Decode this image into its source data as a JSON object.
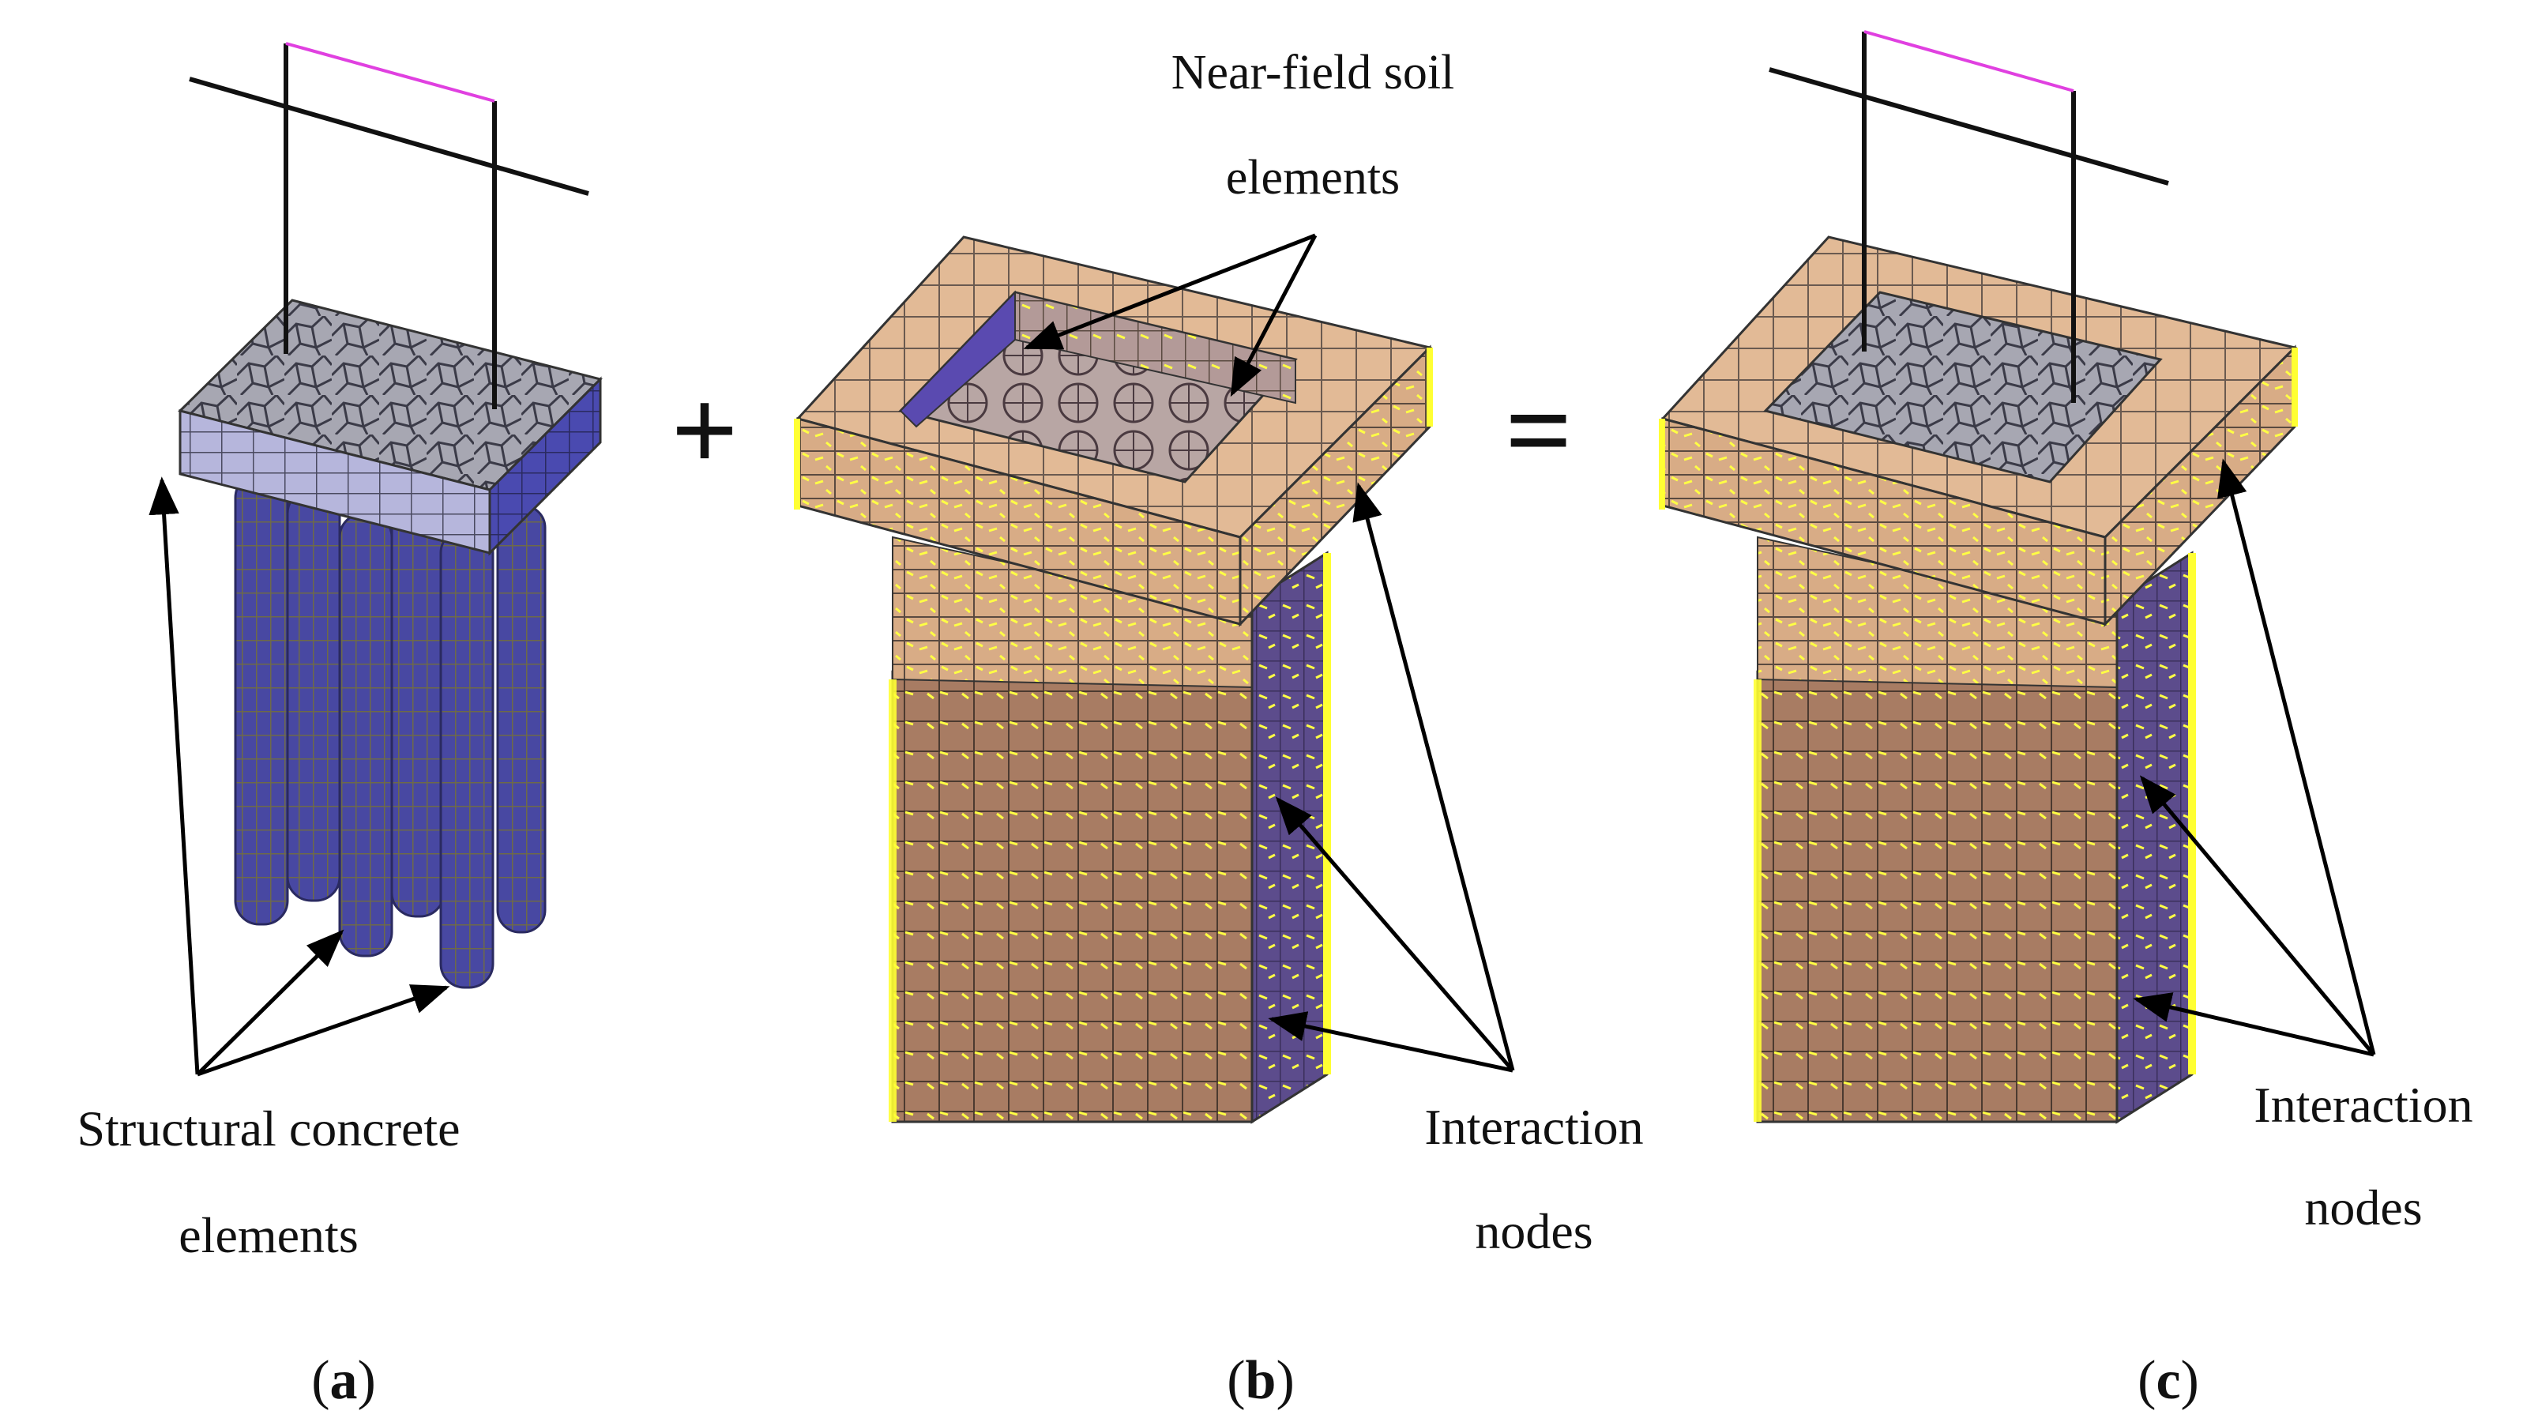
{
  "labels": {
    "near_field_line1": "Near-field soil",
    "near_field_line2": "elements",
    "structural_line1": "Structural concrete",
    "structural_line2": "elements",
    "interaction_b_line1": "Interaction",
    "interaction_b_line2": "nodes",
    "interaction_c_line1": "Interaction",
    "interaction_c_line2": "nodes",
    "operator_plus": "+",
    "operator_equals": "="
  },
  "captions": {
    "a": "a",
    "b": "b",
    "c": "c"
  },
  "colors": {
    "pile_blue": "#4a4aa0",
    "cap_top_gray": "#a9a9b5",
    "cap_side_lavender": "#b4b4dc",
    "soil_tan": "#e0b894",
    "soil_brown": "#a57a62",
    "soil_side_purple": "#5a4a8a",
    "interaction_node_yellow": "#ffff33",
    "column_line_magenta": "#e040e0"
  }
}
